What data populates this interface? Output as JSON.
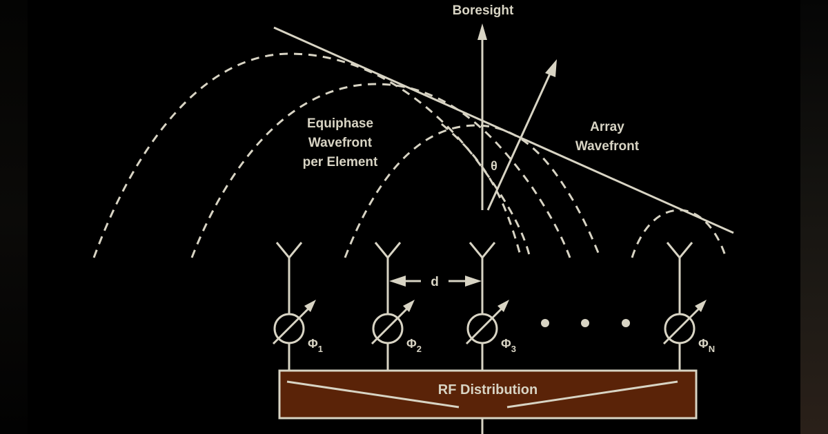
{
  "diagram": {
    "title": "Phased Array Beam Steering",
    "labels": {
      "boresight": "Boresight",
      "equiphase_line1": "Equiphase",
      "equiphase_line2": "Wavefront",
      "equiphase_line3": "per Element",
      "array_line1": "Array",
      "array_line2": "Wavefront",
      "theta": "θ",
      "spacing": "d",
      "rf_distribution": "RF Distribution"
    },
    "elements": [
      {
        "phase_symbol": "Φ",
        "subscript": "1"
      },
      {
        "phase_symbol": "Φ",
        "subscript": "2"
      },
      {
        "phase_symbol": "Φ",
        "subscript": "3"
      },
      {
        "phase_symbol": "Φ",
        "subscript": "N"
      }
    ],
    "ellipsis_dots": 3,
    "colors": {
      "background": "#000000",
      "line": "#d8d4c4",
      "rf_box_fill": "#5a2308",
      "rf_box_border": "#d8d4c4"
    }
  }
}
